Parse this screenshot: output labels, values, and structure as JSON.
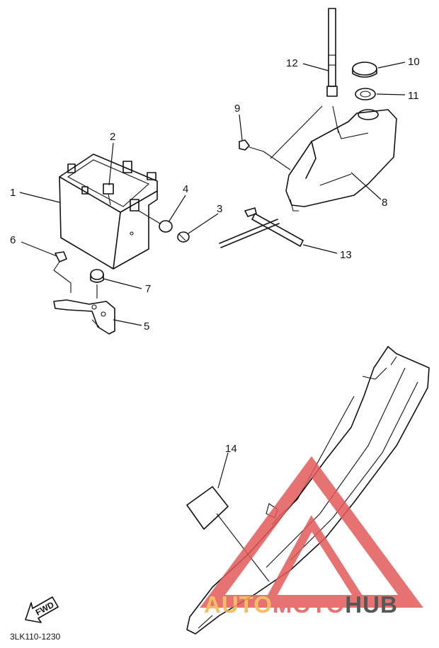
{
  "callouts": [
    "1",
    "2",
    "3",
    "4",
    "5",
    "6",
    "7",
    "8",
    "9",
    "10",
    "11",
    "12",
    "13",
    "14"
  ],
  "diagram_code": "3LK110-1230",
  "fwd_label": "FWD",
  "watermark": {
    "part1": "AUTO",
    "part2": "MOTO",
    "part3": "HUB",
    "colors": {
      "orange": "#f4b24a",
      "red": "#e25a5a",
      "dark": "#3a3a3a"
    }
  }
}
